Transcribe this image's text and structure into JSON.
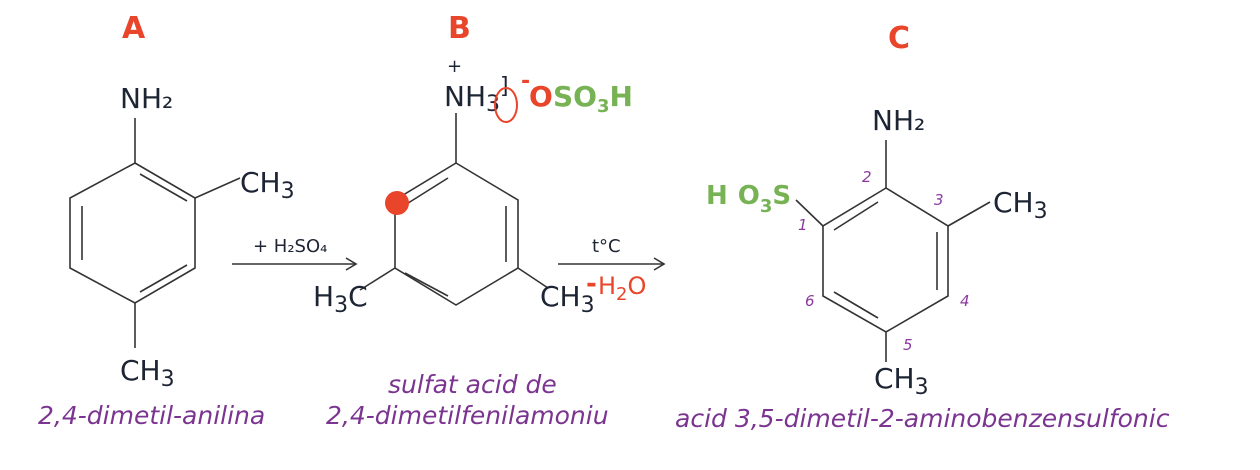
{
  "labels": {
    "a": "A",
    "b": "B",
    "c": "C"
  },
  "molecule_a": {
    "top": "NH₂",
    "side": "CH",
    "side_sub": "3",
    "bottom": "CH",
    "bottom_sub": "3",
    "name": "2,4-dimetil-anilina"
  },
  "reaction1": {
    "reagent": "+ H₂SO₄"
  },
  "molecule_b": {
    "plus": "+",
    "nh": "NH",
    "nh_sub": "3",
    "bracket": "]",
    "minus": "-",
    "o": "O",
    "so3h": "SO",
    "so3h_sub": "3",
    "so3h_end": "H",
    "left": "H",
    "left_sub": "3",
    "left_end": "C",
    "right": "CH",
    "right_sub": "3",
    "name_line1": "sulfat acid de",
    "name_line2": "2,4-dimetilfenilamoniu"
  },
  "reaction2": {
    "condition": "t°C",
    "minus": "-",
    "water": "H",
    "water_sub": "2",
    "water_end": "O"
  },
  "molecule_c": {
    "top": "NH₂",
    "left_h": "H",
    "left_o": "O",
    "left_sub": "3",
    "left_s": "S",
    "right": "CH",
    "right_sub": "3",
    "bottom": "CH",
    "bottom_sub": "3",
    "numbers": [
      "1",
      "2",
      "3",
      "4",
      "5",
      "6"
    ],
    "name": "acid 3,5-dimetil-2-aminobenzensulfonic"
  },
  "colors": {
    "label": "#e8452a",
    "name": "#7b3590",
    "sulfo": "#77b255",
    "bond": "#333333"
  }
}
